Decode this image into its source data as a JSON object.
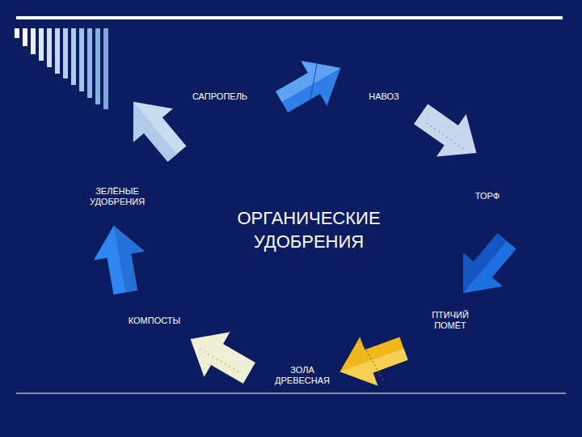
{
  "diagram": {
    "title": "ОРГАНИЧЕСКИЕ УДОБРЕНИЯ",
    "labels": [
      "САПРОПЕЛЬ",
      "НАВОЗ",
      "ТОРФ",
      "ПТИЧИЙ ПОМЁТ",
      "ЗОЛА ДРЕВЕСНАЯ",
      "КОМПОСТЫ",
      "ЗЕЛЁНЫЕ УДОБРЕНИЯ"
    ]
  }
}
